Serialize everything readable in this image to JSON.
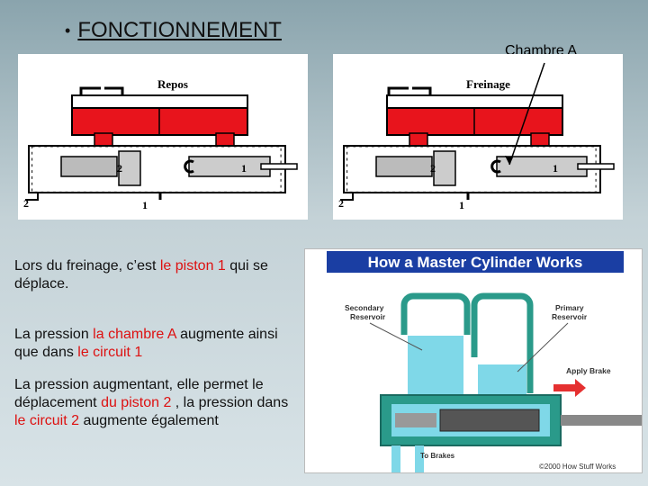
{
  "title": {
    "bullet": "•",
    "text": "FONCTIONNEMENT"
  },
  "annotation": {
    "chambre_a": "Chambre A"
  },
  "diagram_repos": {
    "label": "Repos",
    "num_1": "1",
    "num_2": "2",
    "circuit_1": "1",
    "circuit_2": "2"
  },
  "diagram_frein": {
    "label": "Freinage",
    "num_1": "1",
    "num_2": "2",
    "circuit_1": "1",
    "circuit_2": "2"
  },
  "paragraph1": {
    "pre": "Lors du freinage, c’est ",
    "highlight": "le piston 1",
    "post": " qui se déplace."
  },
  "paragraph2": {
    "pre": "La pression ",
    "highlight1": "la chambre A",
    "mid": " augmente ainsi que dans ",
    "highlight2": "le circuit 1"
  },
  "paragraph3": {
    "pre": "La pression augmentant, elle permet le déplacement ",
    "highlight1": "du piston 2",
    "mid": " , la pression dans ",
    "highlight2": "le circuit 2",
    "post": " augmente également"
  },
  "master_cylinder": {
    "header": "How a Master Cylinder Works",
    "secondary_reservoir": [
      "Secondary",
      "Reservoir"
    ],
    "primary_reservoir": [
      "Primary",
      "Reservoir"
    ],
    "apply_brake": "Apply Brake",
    "to_brakes": "To Brakes",
    "copyright": "©2000 How Stuff Works",
    "colors": {
      "header_bg": "#1a3ea3",
      "fluid": "#7fd8e8",
      "body": "#2a9a8a",
      "arrow": "#e53030"
    }
  },
  "colors": {
    "cylinder_red": "#e8141c",
    "text_red": "#d11111"
  }
}
